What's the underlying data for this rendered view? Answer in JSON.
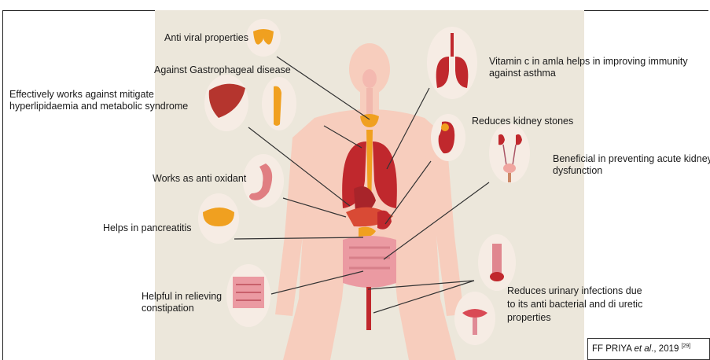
{
  "labels": {
    "antiviral": "Anti viral properties",
    "gastro": "Against Gastrophageal disease",
    "lipid_line1": "Effectively works against mitigate",
    "lipid_line2": "hyperlipidaemia and metabolic syndrome",
    "antioxidant": "Works as anti oxidant",
    "pancreatitis": "Helps in pancreatitis",
    "constipation_line1": "Helpful in relieving",
    "constipation_line2": "constipation",
    "asthma_line1": "Vitamin c in amla helps in improving immunity",
    "asthma_line2": "against asthma",
    "kidney_stones": "Reduces kidney stones",
    "kidney_line1": "Beneficial in preventing acute kidney",
    "kidney_line2": "dysfunction",
    "urinary_line1": "Reduces urinary infections due",
    "urinary_line2": "to its anti bacterial and di uretic",
    "urinary_line3": "properties"
  },
  "citation": {
    "prefix": "FF PRIYA ",
    "etal": "et al",
    "suffix": "., 2019 ",
    "ref": "[29]"
  },
  "colors": {
    "panel": "#ece7db",
    "body_silhouette": "#f7cdbd",
    "organ_red": "#c0282d",
    "organ_orange": "#f0a020",
    "organ_pink": "#eb9aa2",
    "connector": "#333333"
  },
  "icons": [
    "thyroid-icon",
    "liver-icon",
    "pancreas-icon",
    "stomach-icon",
    "intestine-icon",
    "lungs-icon",
    "kidney-icon",
    "urinary-system-icon",
    "male-reproductive-icon",
    "female-reproductive-icon"
  ]
}
